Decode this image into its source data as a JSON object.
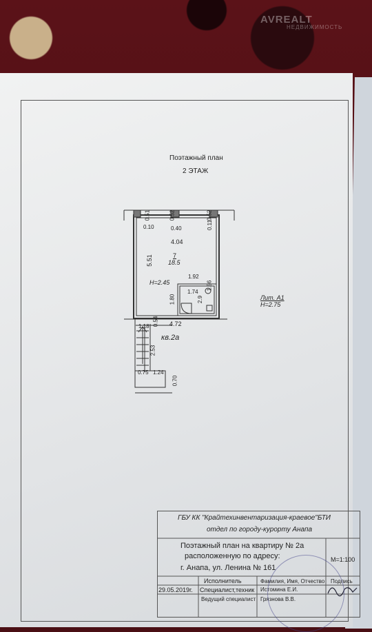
{
  "watermark": {
    "brand": "AVREALT",
    "sub": "НЕДВИЖИМОСТЬ"
  },
  "plan": {
    "title": "Поэтажный план",
    "floor": "2 ЭТАЖ",
    "room_no": "7",
    "room_area": "18.5",
    "height_main": "H=2.45",
    "apartment": "кв.2а",
    "lit": "Лит. А1",
    "lit_height": "H=2.75",
    "dims": {
      "d052a": "0.52",
      "d052b": "0.52",
      "d051": "0.51",
      "d010": "0.10",
      "d040": "0.40",
      "d011": "0.11",
      "d404": "4.04",
      "d551": "5.51",
      "d192": "1.92",
      "d174": "1.74",
      "d156": "1.56",
      "d180": "1.80",
      "d29": "2.9",
      "d472": "4.72",
      "d118": "1.18",
      "d054": "0.54",
      "d253": "2.53",
      "d075": "0.75",
      "d124": "1.24",
      "d070": "0.70"
    }
  },
  "stamp": {
    "org_line1": "ГБУ КК \"Крайтехинвентаризация-краевое\"БТИ",
    "org_line2": "отдел по городу-курорту Анапа",
    "doc_line1": "Поэтажный план на квартиру № 2а",
    "doc_line2": "расположенную по адресу:",
    "doc_line3": "г. Анапа, ул. Ленина № 161",
    "scale": "М=1:100",
    "hdr_role": "Исполнитель",
    "hdr_name": "Фамилия, Имя, Отчество",
    "hdr_sign": "Подпись",
    "date": "29.05.2019г.",
    "role1": "Специалист,техник",
    "name1": "Истомина Е.И.",
    "role2": "Ведущий специалист",
    "name2": "Грязнова В.В."
  }
}
